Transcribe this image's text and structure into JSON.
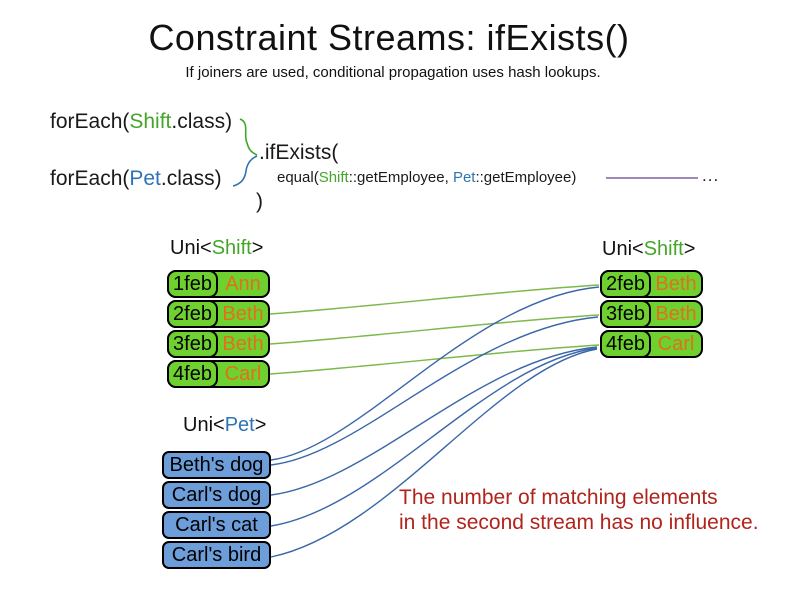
{
  "title": "Constraint Streams: ifExists()",
  "subtitle": "If joiners are used, conditional propagation uses hash lookups.",
  "code": {
    "foreach_shift": {
      "pre": "forEach(",
      "cls": "Shift",
      "post": ".class)"
    },
    "foreach_pet": {
      "pre": "forEach(",
      "cls": "Pet",
      "post": ".class)"
    },
    "if_exists": ".ifExists(",
    "equal": {
      "pre": "equal(",
      "cls1": "Shift",
      "mid": "::getEmployee, ",
      "cls2": "Pet",
      "post": "::getEmployee)"
    },
    "close_paren": ")",
    "ellipsis": "..."
  },
  "left_shift_table": {
    "label": {
      "pre": "Uni<",
      "cls": "Shift",
      "post": ">"
    },
    "rows": [
      {
        "date": "1feb",
        "name": "Ann"
      },
      {
        "date": "2feb",
        "name": "Beth"
      },
      {
        "date": "3feb",
        "name": "Beth"
      },
      {
        "date": "4feb",
        "name": "Carl"
      }
    ]
  },
  "right_shift_table": {
    "label": {
      "pre": "Uni<",
      "cls": "Shift",
      "post": ">"
    },
    "rows": [
      {
        "date": "2feb",
        "name": "Beth"
      },
      {
        "date": "3feb",
        "name": "Beth"
      },
      {
        "date": "4feb",
        "name": "Carl"
      }
    ]
  },
  "pet_table": {
    "label": {
      "pre": "Uni<",
      "cls": "Pet",
      "post": ">"
    },
    "rows": [
      {
        "name": "Beth's dog"
      },
      {
        "name": "Carl's dog"
      },
      {
        "name": "Carl's cat"
      },
      {
        "name": "Carl's bird"
      }
    ]
  },
  "note": {
    "line1": "The number of matching elements",
    "line2": "in the second stream has no influence."
  },
  "colors": {
    "shift_green_text": "#43a629",
    "pet_blue_text": "#2e74b5",
    "name_orange_text": "#e0711c",
    "green_box_fill": "#6fd12f",
    "blue_box_fill": "#6d9eda",
    "note_red": "#b1241c",
    "green_line": "#7db84d",
    "blue_line": "#3a67a8",
    "purple_line": "#7e63a3"
  }
}
